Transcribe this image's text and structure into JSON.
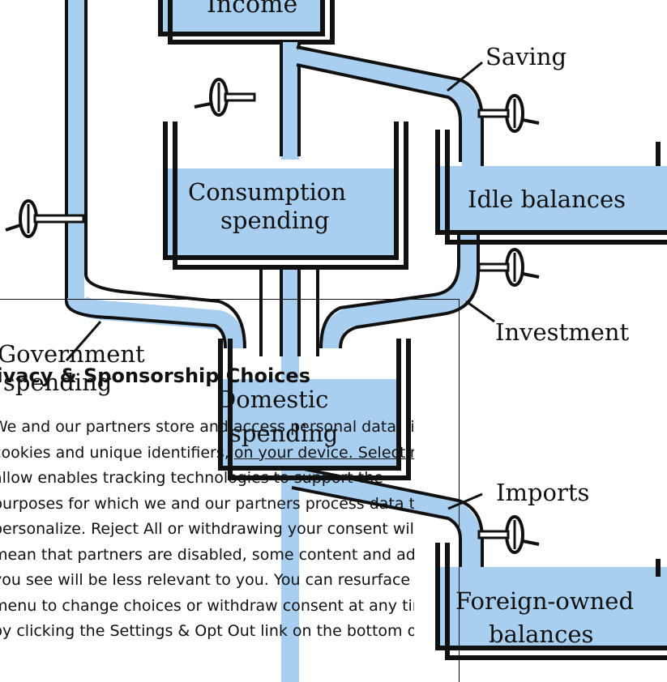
{
  "diagram": {
    "labels": {
      "income": "Income",
      "saving": "Saving",
      "consumption_line1": "Consumption",
      "consumption_line2": "spending",
      "idle_balances": "Idle balances",
      "government_line1": "Government",
      "government_line2": "spending",
      "investment": "Investment",
      "domestic_line1": "Domestic",
      "domestic_line2": "spending",
      "imports": "Imports",
      "foreign_line1": "Foreign-owned",
      "foreign_line2": "balances"
    },
    "colors": {
      "water": "#a8cff0",
      "ink": "#111111",
      "paper": "#ffffff"
    }
  },
  "consent": {
    "title": "Privacy & Sponsorship Choices",
    "body_lines": [
      "We and our partners store and access personal data, like",
      "cookies and unique identifiers, on your device. Selecting",
      "allow enables tracking technologies to support the",
      "purposes for which we and our partners process data to",
      "personalize. Reject All or withdrawing your consent will",
      "mean that partners are disabled, some content and ads",
      "you see will be less relevant to you. You can resurface this",
      "menu to change choices or withdraw consent at any time",
      "by clicking the Settings & Opt Out link on the bottom of"
    ],
    "link_text": "on your device. Selecting"
  }
}
